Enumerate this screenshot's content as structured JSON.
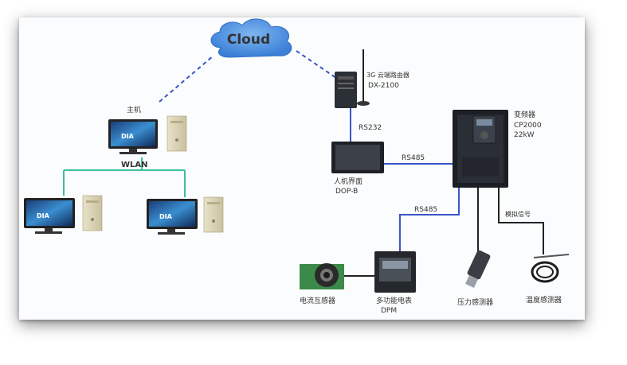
{
  "cloud": {
    "label": "Cloud"
  },
  "host": {
    "label": "主机"
  },
  "wlan": {
    "label": "WLAN"
  },
  "router": {
    "name": "3G 云端路由器",
    "model": "DX-2100"
  },
  "links": {
    "rs232": "RS232",
    "rs485_top": "RS485",
    "rs485_bottom": "RS485",
    "analog": "模拟信号"
  },
  "hmi": {
    "name": "人机界面",
    "model": "DOP-B"
  },
  "vfd": {
    "name": "变频器",
    "model": "CP2000",
    "power": "22kW"
  },
  "ct": {
    "label": "电流互感器"
  },
  "dpm": {
    "name": "多功能电表",
    "model": "DPM"
  },
  "pressure": {
    "label": "压力感测器"
  },
  "temperature": {
    "label": "温度感测器"
  },
  "monitor_screen_text": "DIA",
  "colors": {
    "link_blue": "#3a55c8",
    "wlan_green": "#3bbf9a",
    "cloud_fill": "#4a8fe0",
    "device_dark": "#1c1f24"
  }
}
